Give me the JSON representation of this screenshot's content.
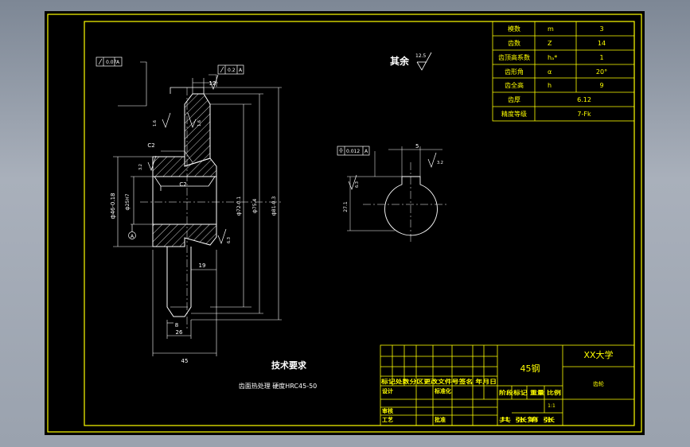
{
  "title_text": {
    "others_label": "其余",
    "others_roughness": "12.5",
    "tech_req_title": "技术要求",
    "tech_req_body": "齿面热处理  硬度HRC45-50"
  },
  "gear_params": [
    {
      "label": "模数",
      "symbol": "m",
      "value": "3"
    },
    {
      "label": "齿数",
      "symbol": "Z",
      "value": "14"
    },
    {
      "label": "齿顶高系数",
      "symbol": "hₐ*",
      "value": "1"
    },
    {
      "label": "齿形角",
      "symbol": "α",
      "value": "20°"
    },
    {
      "label": "齿全高",
      "symbol": "h",
      "value": "9"
    },
    {
      "label": "齿厚",
      "symbol": "",
      "value": "6.12"
    },
    {
      "label": "精度等级",
      "symbol": "",
      "value": "7-Fk"
    }
  ],
  "title_block": {
    "material": "45钢",
    "school": "XX大学",
    "drawing_name": "齿轮",
    "header_row": "标记处数分区更改文件号签名 年月日",
    "design": "设计",
    "standardize": "标准化",
    "stage_header": "阶段标记  重量  比例",
    "scale": "1:1",
    "review": "审核",
    "process": "工艺",
    "approve": "批准",
    "sheets": "共  张第  张"
  },
  "dimensions": {
    "d45": "45",
    "d26": "26",
    "d8": "8",
    "d19": "19",
    "dC2_top": "C2",
    "dC2_mid": "C2",
    "d12": "12",
    "d_hub": "ф46-0.18",
    "d_bore": "ф25H7",
    "d_72": "ф72-0.1",
    "d_75": "ф75.4",
    "d_81": "ф81-0.3",
    "tol_left": "0.07",
    "tol_left_ref": "A",
    "tol_right": "0.2",
    "tol_right_ref": "A",
    "datum_A": "A",
    "rough_16a": "1.6",
    "rough_16b": "1.6",
    "rough_32a": "3.2",
    "rough_32b": "3.2",
    "rough_63": "6.3",
    "key_sym": "0.012",
    "key_sym_ref": "A",
    "key_width": "5",
    "key_rough": "3.2",
    "key_depth": "27.1",
    "key_rough_side": "6.3"
  }
}
